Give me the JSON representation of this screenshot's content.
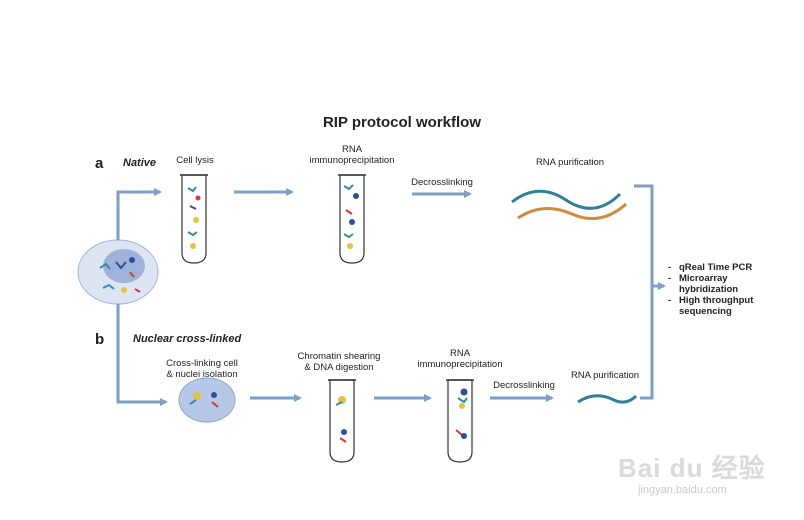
{
  "title": "RIP protocol workflow",
  "panel_a": {
    "letter": "a",
    "name": "Native",
    "steps": {
      "lysis": "Cell lysis",
      "rip_line1": "RNA",
      "rip_line2": "immunoprecipitation",
      "decross": "Decrosslinking",
      "purif": "RNA purification"
    }
  },
  "panel_b": {
    "letter": "b",
    "name": "Nuclear cross-linked",
    "steps": {
      "cross_line1": "Cross-linking cell",
      "cross_line2": "& nuclei isolation",
      "shear_line1": "Chromatin shearing",
      "shear_line2": "& DNA digestion",
      "rip_line1": "RNA",
      "rip_line2": "immunoprecipitation",
      "decross": "Decrosslinking",
      "purif": "RNA purification"
    }
  },
  "outputs": [
    "qReal Time PCR",
    "Microarray hybridization",
    "High throughput sequencing"
  ],
  "watermark": {
    "logo": "Bai du 经验",
    "url": "jingyan.baidu.com"
  },
  "colors": {
    "arrow": "#7f9ec6",
    "cell": "#c9d6ee",
    "nucleus": "#8fa6d3",
    "rna_teal": "#2f7f9a",
    "rna_orange": "#d08a3c"
  }
}
